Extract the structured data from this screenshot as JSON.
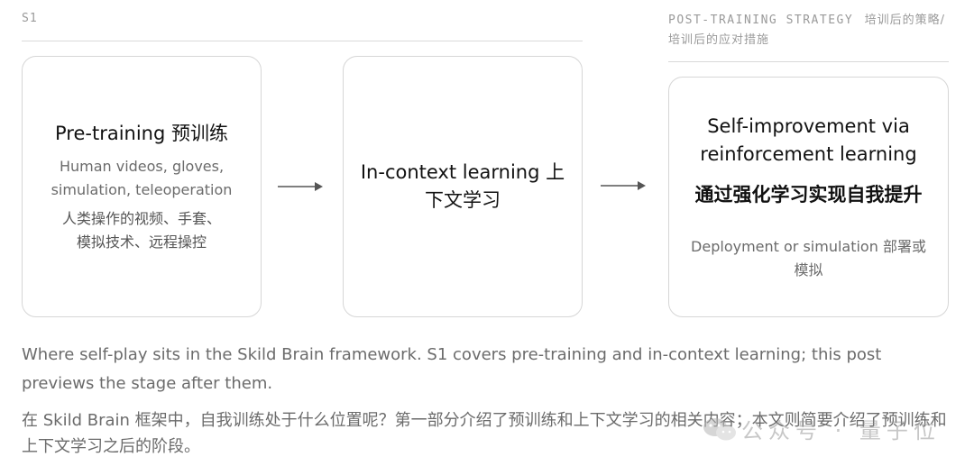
{
  "stage_label": "S1",
  "post_training": {
    "title_en": "POST-TRAINING STRATEGY",
    "title_zh": "培训后的策略/培训后的应对措施"
  },
  "cards": [
    {
      "title": "Pre-training 预训练",
      "subtitle_en": "Human videos, gloves, simulation, teleoperation",
      "subtitle_zh": "人类操作的视频、手套、模拟技术、远程操控"
    },
    {
      "title": "In-context learning 上下文学习"
    },
    {
      "title": "Self-improvement via reinforcement learning",
      "title_zh": "通过强化学习实现自我提升",
      "subtitle": "Deployment or simulation 部署或模拟"
    }
  ],
  "caption": {
    "en": "Where self-play sits in the Skild Brain framework. S1 covers pre-training and in-context learning; this post previews the stage after them.",
    "zh": "在 Skild Brain 框架中，自我训练处于什么位置呢？第一部分介绍了预训练和上下文学习的相关内容；本文则简要介绍了预训练和上下文学习之后的阶段。"
  },
  "watermark": {
    "text": "公众号 · 量子位"
  },
  "colors": {
    "border": "#d6d6d6",
    "muted_text": "#6b6b6b",
    "header_text": "#9a9a9a",
    "arrow": "#555555"
  }
}
